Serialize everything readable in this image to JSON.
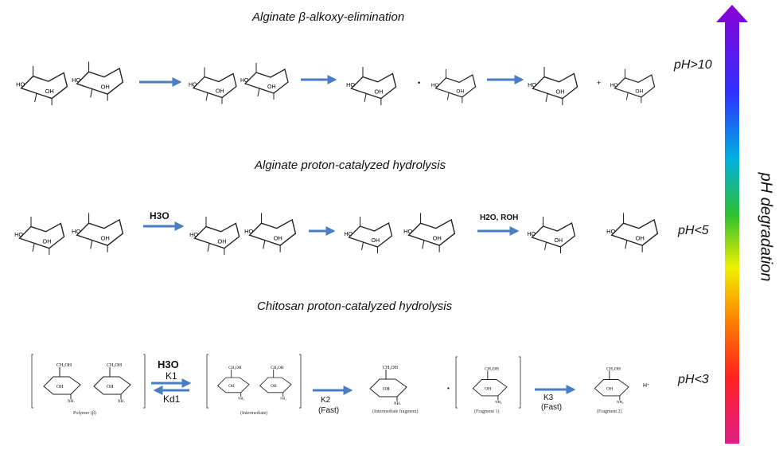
{
  "titles": {
    "row1": "Alginate β-alkoxy-elimination",
    "row2": "Alginate proton-catalyzed hydrolysis",
    "row3": "Chitosan proton-catalyzed hydrolysis"
  },
  "ph_labels": {
    "row1": "pH>10",
    "row2": "pH<5",
    "row3": "pH<3"
  },
  "scale_label": "pH degradation",
  "reagents": {
    "row2_first": "H3O",
    "row2_second": "H2O, ROH",
    "row3_acid": "H3O",
    "k1": "K1",
    "kd1": "Kd1",
    "k2": "K2",
    "k2_note": "(Fast)",
    "k3": "K3",
    "k3_note": "(Fast)"
  },
  "captions": {
    "polymer": "Polymer (β)",
    "intermediate": "(Intermediate)",
    "intermediate_fragment": "(Intermediate fragment)",
    "fragment1": "(Fragment 1)",
    "fragment2": "(Fragment 2)"
  },
  "colors": {
    "arrow": "#4a7dc4",
    "gradient": [
      "#8b00d0",
      "#3030ff",
      "#00b0e0",
      "#30c030",
      "#f0f000",
      "#ff8000",
      "#ff2020",
      "#e0208a"
    ]
  }
}
